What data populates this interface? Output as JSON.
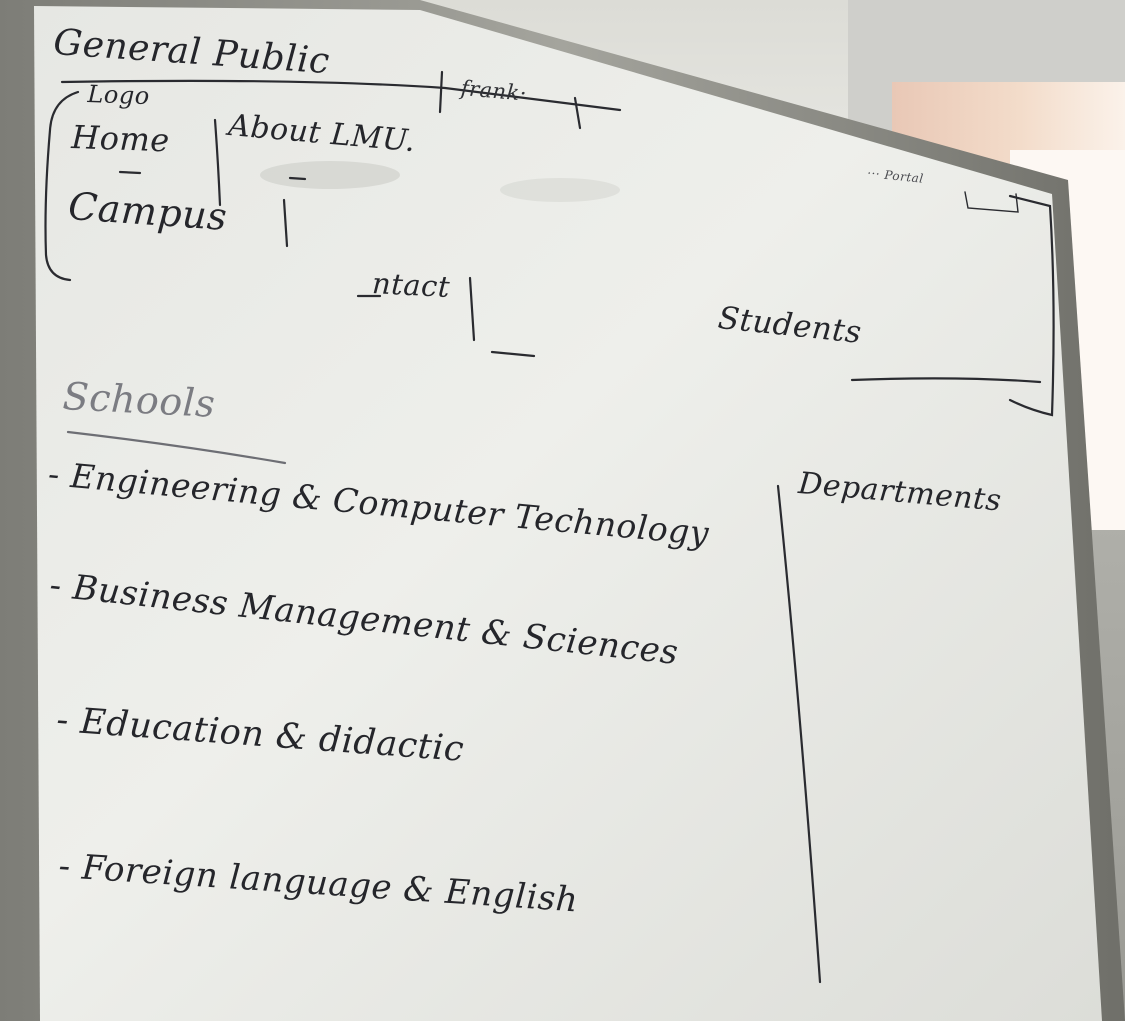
{
  "header": {
    "title": "General Public",
    "tab_right": "frank·"
  },
  "nav": {
    "logo": "Logo",
    "home": "Home",
    "about": "About LMU.",
    "campus": "Campus",
    "contact": "ntact",
    "portal": "··· Portal"
  },
  "audiences": {
    "students": "Students",
    "departments": "Departments"
  },
  "schools": {
    "heading": "Schools",
    "items": [
      {
        "label": "- Engineering & Computer Technology"
      },
      {
        "label": "- Business Management & Sciences"
      },
      {
        "label": "- Education & didactic"
      },
      {
        "label": "- Foreign language & English"
      }
    ]
  },
  "colors": {
    "ink": "#25262b",
    "faded_ink": "#7b7c82",
    "board": "#eaebe7",
    "frame": "#8d8d87"
  }
}
